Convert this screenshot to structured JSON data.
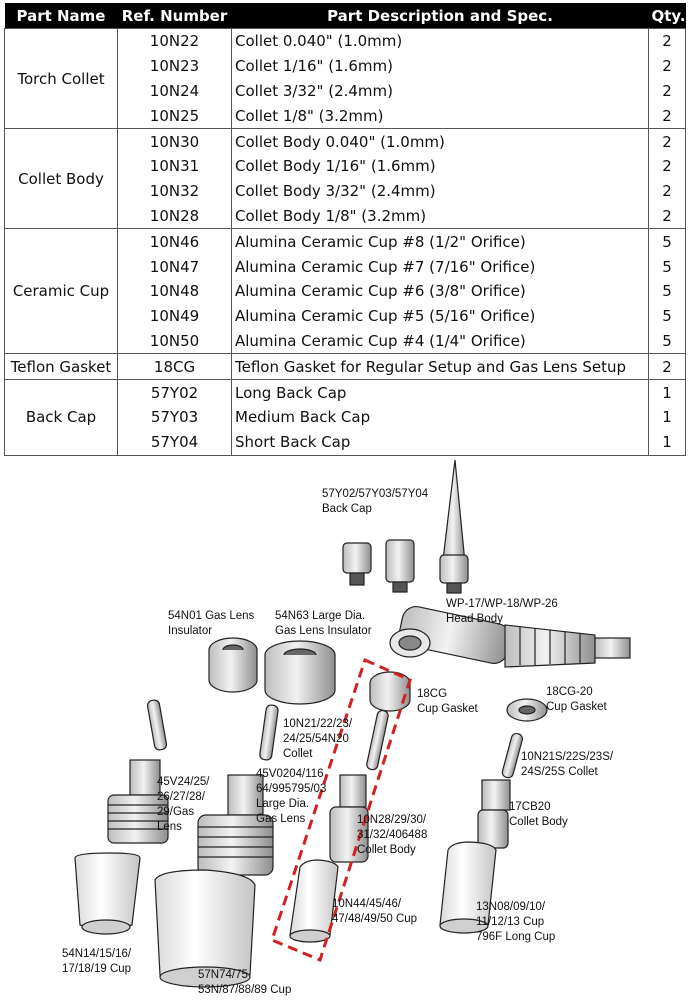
{
  "table": {
    "headers": {
      "part_name": "Part Name",
      "ref_number": "Ref. Number",
      "description": "Part Description and Spec.",
      "qty": "Qty."
    },
    "groups": [
      {
        "name": "Torch Collet",
        "rows": [
          {
            "ref": "10N22",
            "desc": "Collet 0.040\" (1.0mm)",
            "qty": "2"
          },
          {
            "ref": "10N23",
            "desc": "Collet 1/16\" (1.6mm)",
            "qty": "2"
          },
          {
            "ref": "10N24",
            "desc": "Collet 3/32\" (2.4mm)",
            "qty": "2"
          },
          {
            "ref": "10N25",
            "desc": "Collet 1/8\" (3.2mm)",
            "qty": "2"
          }
        ]
      },
      {
        "name": "Collet Body",
        "rows": [
          {
            "ref": "10N30",
            "desc": "Collet Body 0.040\" (1.0mm)",
            "qty": "2"
          },
          {
            "ref": "10N31",
            "desc": "Collet Body 1/16\" (1.6mm)",
            "qty": "2"
          },
          {
            "ref": "10N32",
            "desc": "Collet Body 3/32\" (2.4mm)",
            "qty": "2"
          },
          {
            "ref": "10N28",
            "desc": "Collet Body 1/8\" (3.2mm)",
            "qty": "2"
          }
        ]
      },
      {
        "name": "Ceramic Cup",
        "rows": [
          {
            "ref": "10N46",
            "desc": "Alumina Ceramic Cup #8 (1/2\" Orifice)",
            "qty": "5"
          },
          {
            "ref": "10N47",
            "desc": "Alumina Ceramic Cup #7 (7/16\" Orifice)",
            "qty": "5"
          },
          {
            "ref": "10N48",
            "desc": "Alumina Ceramic Cup #6 (3/8\" Orifice)",
            "qty": "5"
          },
          {
            "ref": "10N49",
            "desc": "Alumina Ceramic Cup #5 (5/16\" Orifice)",
            "qty": "5"
          },
          {
            "ref": "10N50",
            "desc": "Alumina Ceramic Cup #4 (1/4\" Orifice)",
            "qty": "5"
          }
        ]
      },
      {
        "name": "Teflon Gasket",
        "rows": [
          {
            "ref": "18CG",
            "desc": "Teflon Gasket for Regular Setup and Gas Lens Setup",
            "qty": "2"
          }
        ]
      },
      {
        "name": "Back Cap",
        "rows": [
          {
            "ref": "57Y02",
            "desc": "Long Back Cap",
            "qty": "1"
          },
          {
            "ref": "57Y03",
            "desc": "Medium Back Cap",
            "qty": "1"
          },
          {
            "ref": "57Y04",
            "desc": "Short Back Cap",
            "qty": "1"
          }
        ]
      }
    ]
  },
  "diagram": {
    "labels": {
      "back_cap": [
        "57Y02/57Y03/57Y04",
        "Back Cap"
      ],
      "head_body": [
        "WP-17/WP-18/WP-26",
        "Head Body"
      ],
      "gas_lens_insulator": [
        "54N01 Gas Lens",
        "Insulator"
      ],
      "large_gas_lens_insulator": [
        "54N63 Large Dia.",
        "Gas Lens Insulator"
      ],
      "cup_gasket": [
        "18CG",
        "Cup Gasket"
      ],
      "cup_gasket_20": [
        "18CG-20",
        "Cup Gasket"
      ],
      "collet_a": [
        "10N21/22/23/",
        "24/25/54N20",
        "Collet"
      ],
      "collet_b": [
        "10N21S/22S/23S/",
        "24S/25S Collet"
      ],
      "gas_lens": [
        "45V24/25/",
        "26/27/28/",
        "29/Gas",
        "Lens"
      ],
      "large_gas_lens": [
        "45V0204/116",
        "64/995795/03",
        "Large Dia.",
        "Gas Lens"
      ],
      "collet_body": [
        "10N28/29/30/",
        "31/32/406488",
        "Collet Body"
      ],
      "collet_body_b": [
        "17CB20",
        "Collet Body"
      ],
      "cup_a": [
        "10N44/45/46/",
        "47/48/49/50 Cup"
      ],
      "long_cup": [
        "13N08/09/10/",
        "11/12/13 Cup",
        "796F Long  Cup"
      ],
      "gas_lens_cup": [
        "54N14/15/16/",
        "17/18/19 Cup"
      ],
      "large_cup": [
        "57N74/75",
        "53N/87/88/89 Cup"
      ]
    },
    "highlight_color": "#d42020"
  }
}
